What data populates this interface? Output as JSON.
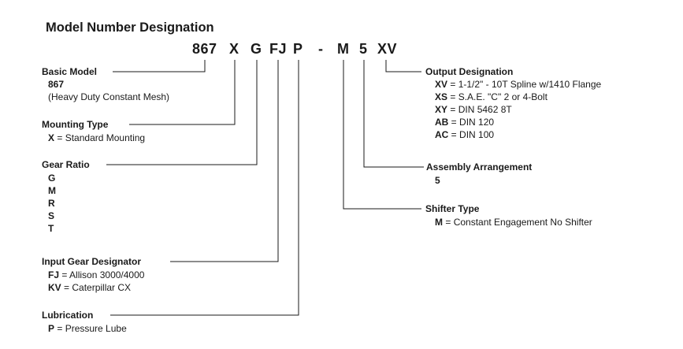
{
  "title": "Model Number Designation",
  "code": {
    "basic": "867",
    "mounting": "X",
    "ratio": "G",
    "input": "FJ",
    "lube": "P",
    "dash": "-",
    "shifter": "M",
    "assembly": "5",
    "output": "XV"
  },
  "left": {
    "basic_model": {
      "label": "Basic Model",
      "value": "867",
      "desc": "(Heavy Duty Constant Mesh)"
    },
    "mounting_type": {
      "label": "Mounting Type",
      "items": [
        {
          "code": "X",
          "sep": " = ",
          "text": "Standard Mounting"
        }
      ]
    },
    "gear_ratio": {
      "label": "Gear Ratio",
      "items": [
        "G",
        "M",
        "R",
        "S",
        "T"
      ]
    },
    "input_gear": {
      "label": "Input Gear Designator",
      "items": [
        {
          "code": "FJ",
          "sep": " = ",
          "text": "Allison 3000/4000"
        },
        {
          "code": "KV",
          "sep": " = ",
          "text": "Caterpillar CX"
        }
      ]
    },
    "lubrication": {
      "label": "Lubrication",
      "items": [
        {
          "code": "P",
          "sep": " = ",
          "text": "Pressure Lube"
        }
      ]
    }
  },
  "right": {
    "output": {
      "label": "Output Designation",
      "items": [
        {
          "code": "XV",
          "sep": " = ",
          "text": "1-1/2\" - 10T Spline w/1410 Flange"
        },
        {
          "code": "XS",
          "sep": " = ",
          "text": "S.A.E. \"C\" 2 or 4-Bolt"
        },
        {
          "code": "XY",
          "sep": " = ",
          "text": "DIN 5462 8T"
        },
        {
          "code": "AB",
          "sep": " = ",
          "text": "DIN 120"
        },
        {
          "code": "AC",
          "sep": " = ",
          "text": "DIN 100"
        }
      ]
    },
    "assembly": {
      "label": "Assembly Arrangement",
      "value": "5"
    },
    "shifter": {
      "label": "Shifter Type",
      "items": [
        {
          "code": "M",
          "sep": " = ",
          "text": "Constant Engagement No Shifter"
        }
      ]
    }
  }
}
